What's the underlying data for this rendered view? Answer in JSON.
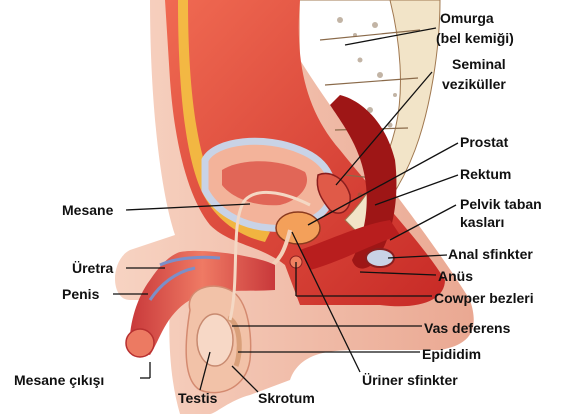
{
  "labels": {
    "omurga": "Omurga",
    "omurga_sub": "(bel kemiği)",
    "seminal": "Seminal",
    "seminal_sub": "veziküller",
    "prostat": "Prostat",
    "rektum": "Rektum",
    "pelvik": "Pelvik taban",
    "pelvik_sub": "kasları",
    "anal_sfinkter": "Anal sfinkter",
    "anus": "Anüs",
    "cowper": "Cowper bezleri",
    "vas_deferens": "Vas deferens",
    "epididim": "Epididim",
    "uriner": "Üriner sfinkter",
    "skrotum": "Skrotum",
    "testis": "Testis",
    "mesane_cikisi": "Mesane çıkışı",
    "penis": "Penis",
    "uretra": "Üretra",
    "mesane": "Mesane"
  },
  "colors": {
    "skin": "#f4c4b0",
    "flesh": "#e8463c",
    "muscle_dark": "#b81e1e",
    "bone": "#f2e4c8",
    "bone_spots": "#7a5a3a",
    "fat": "#f5c842",
    "bladder_wall": "#c9d3e6",
    "vessel_blue": "#7c8fc8"
  }
}
